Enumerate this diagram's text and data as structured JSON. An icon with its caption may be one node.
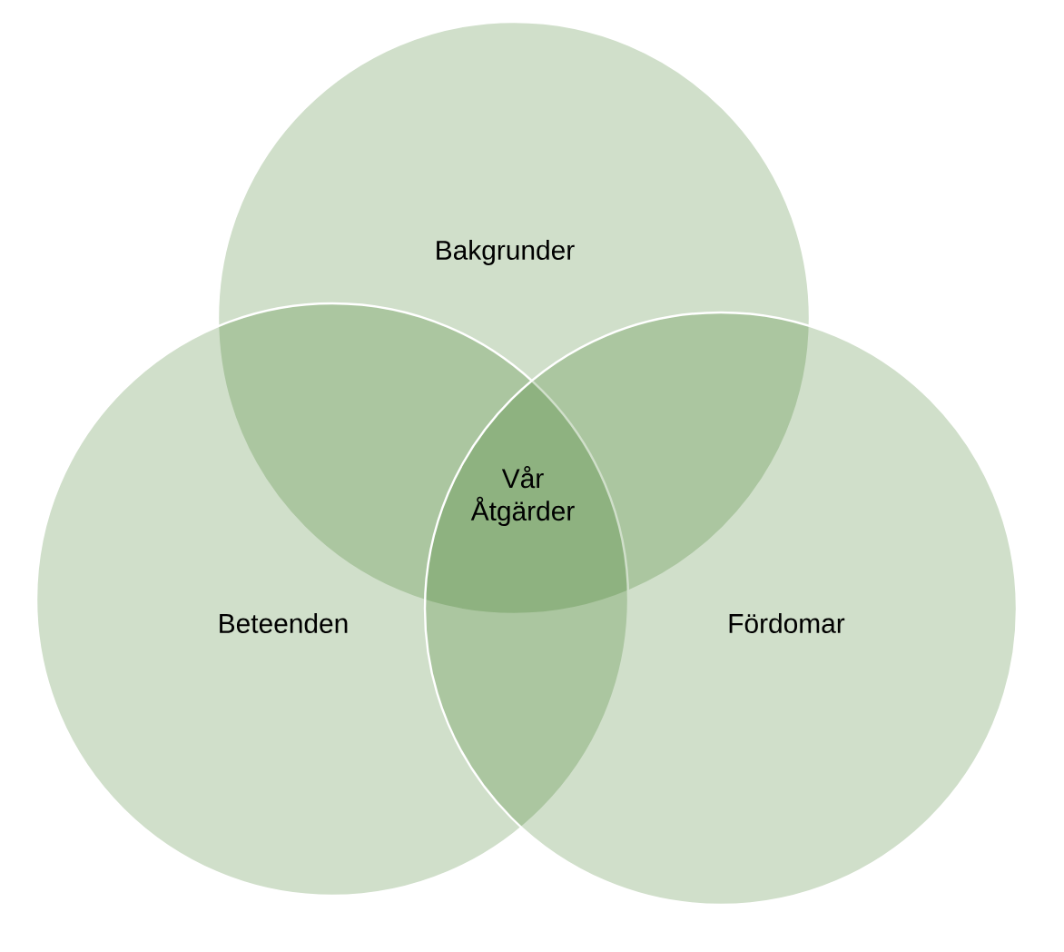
{
  "diagram": {
    "nodes": [
      {
        "text": [
          "Bakgrunder"
        ]
      },
      {
        "text": [
          "Beteenden"
        ]
      },
      {
        "text": [
          "Fördomar"
        ]
      }
    ],
    "labels": [
      "Vår Åtgärder"
    ]
  }
}
